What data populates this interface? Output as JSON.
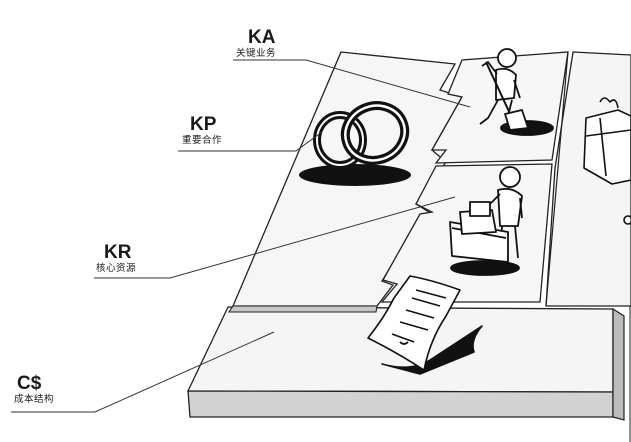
{
  "labels": {
    "ka": {
      "code": "KA",
      "name": "关键业务"
    },
    "kp": {
      "code": "KP",
      "name": "重要合作"
    },
    "kr": {
      "code": "KR",
      "name": "核心资源"
    },
    "cs": {
      "code": "C$",
      "name": "成本结构"
    }
  },
  "colors": {
    "ink": "#1a1a1a",
    "block_top": "#f4f4f4",
    "block_side": "#cfcfcf",
    "background": "#ffffff"
  },
  "icons": [
    "rings-icon",
    "digging-person-icon",
    "person-pushing-cart-icon",
    "invoice-paper-icon",
    "gift-box-icon"
  ]
}
